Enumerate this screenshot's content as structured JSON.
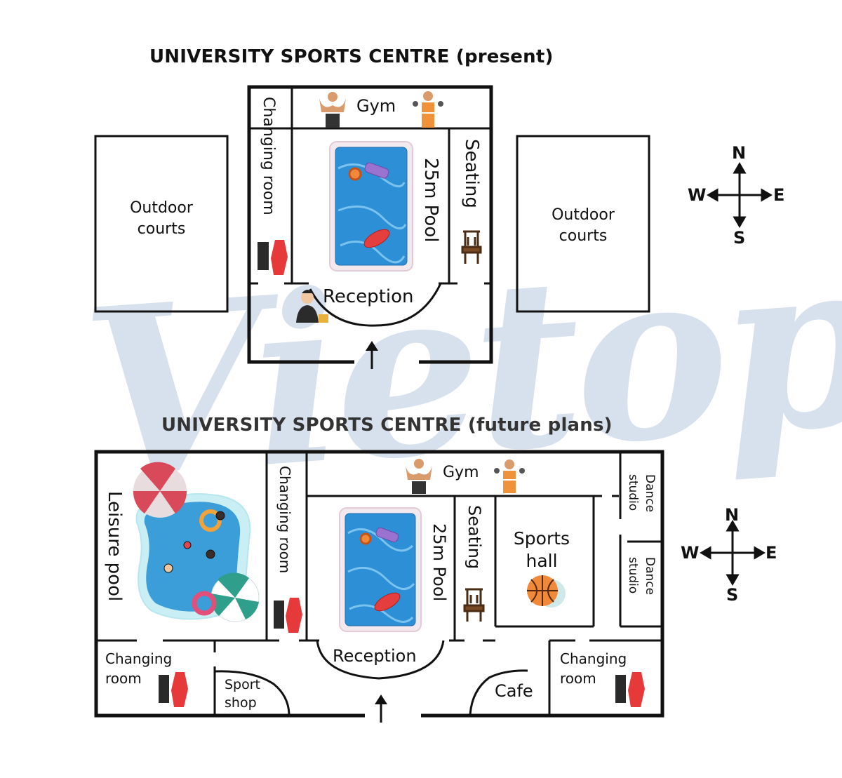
{
  "watermark": "Vietop",
  "present": {
    "title": "UNIVERSITY SPORTS CENTRE (present)",
    "rooms": {
      "outdoor_west": "Outdoor\ncourts",
      "outdoor_east": "Outdoor\ncourts",
      "gym": "Gym",
      "changing_room": "Changing room",
      "pool": "25m Pool",
      "seating": "Seating",
      "reception": "Reception"
    },
    "compass": {
      "n": "N",
      "s": "S",
      "e": "E",
      "w": "W"
    }
  },
  "future": {
    "title": "UNIVERSITY SPORTS CENTRE (future plans)",
    "rooms": {
      "leisure_pool": "Leisure pool",
      "changing_room_north": "Changing room",
      "gym": "Gym",
      "pool": "25m Pool",
      "seating": "Seating",
      "sports_hall": "Sports\nhall",
      "dance_studio_north": "Dance\nstudio",
      "dance_studio_south": "Dance\nstudio",
      "changing_room_sw": "Changing\nroom",
      "sport_shop": "Sport\nshop",
      "reception": "Reception",
      "cafe": "Cafe",
      "changing_room_se": "Changing\nroom"
    },
    "compass": {
      "n": "N",
      "s": "S",
      "e": "E",
      "w": "W"
    }
  },
  "icons": [
    "gym-man-icon",
    "gym-woman-icon",
    "clothes-icon",
    "chair-icon",
    "receptionist-icon",
    "pool-float-icon",
    "umbrella-icon",
    "basketball-icon",
    "swimmer-icon",
    "entrance-arrow-icon"
  ]
}
